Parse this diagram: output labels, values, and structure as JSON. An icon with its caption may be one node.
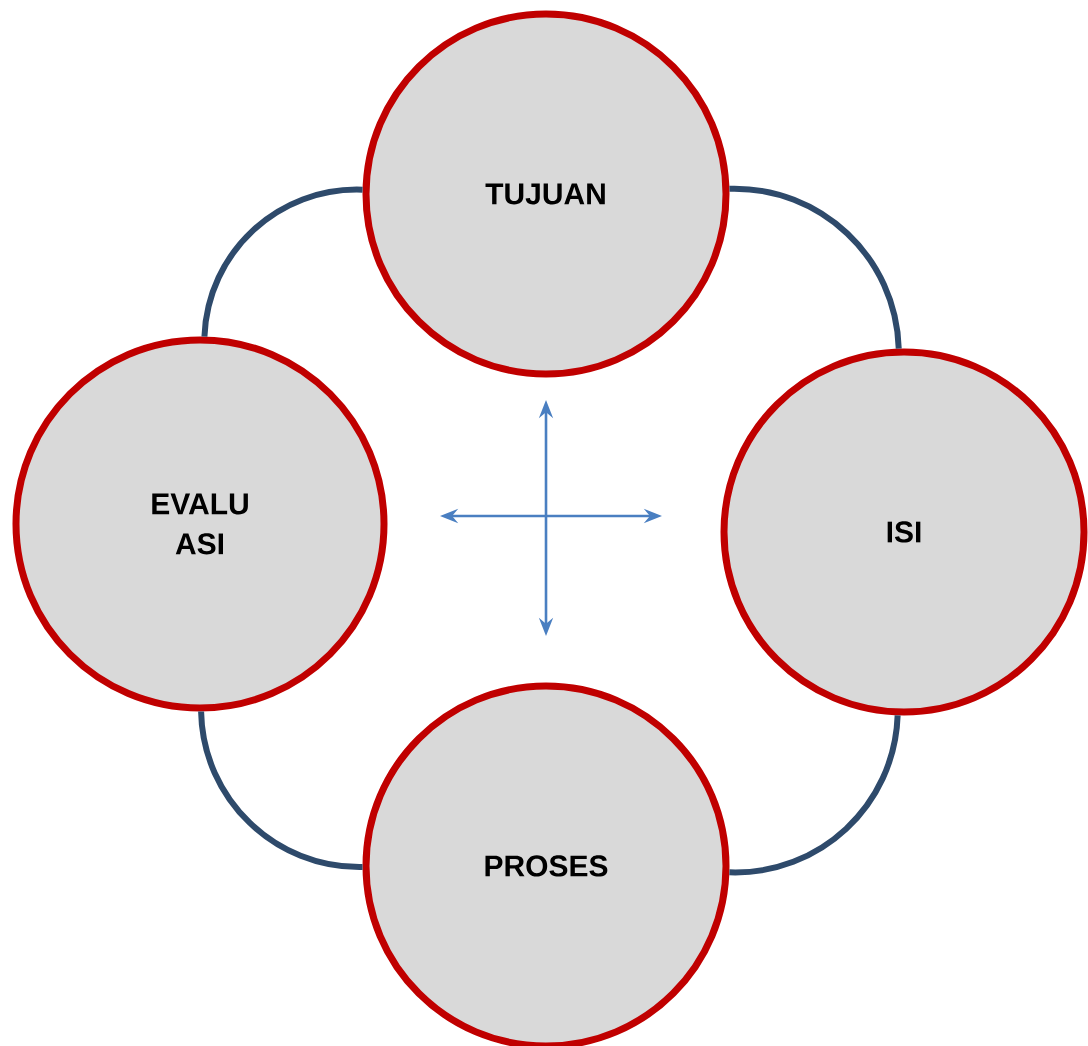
{
  "diagram": {
    "nodes": [
      {
        "text": [
          "TUJUAN"
        ]
      },
      {
        "text": [
          "ISI"
        ]
      },
      {
        "text": [
          "PROSES"
        ]
      },
      {
        "text": [
          "EVALU ASI"
        ]
      }
    ],
    "edges": [
      {
        "from": 0,
        "to": 1,
        "arrow": "none"
      },
      {
        "from": 1,
        "to": 2,
        "arrow": "none"
      },
      {
        "from": 2,
        "to": 3,
        "arrow": "none"
      },
      {
        "from": 3,
        "to": 0,
        "arrow": "none"
      }
    ]
  }
}
